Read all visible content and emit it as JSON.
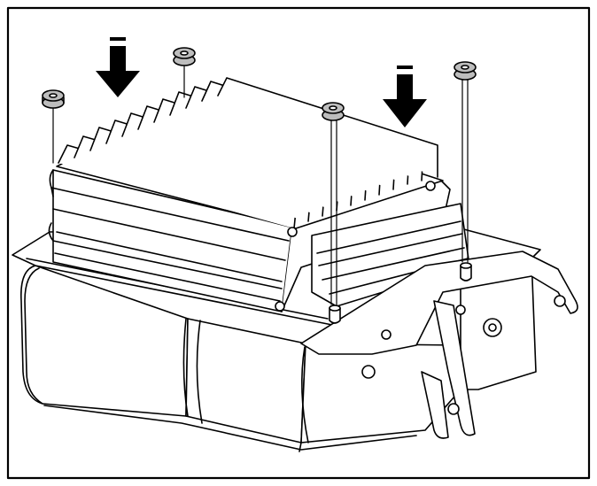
{
  "figure": {
    "kind": "line-art installation diagram",
    "colors": {
      "stroke": "#000000",
      "background": "#ffffff",
      "nut_fill": "#bdbdbd"
    },
    "parts": {
      "arrow_count": 2,
      "arrow_direction": "down",
      "nut_count": 4,
      "heat_sink_fins": 13
    }
  }
}
